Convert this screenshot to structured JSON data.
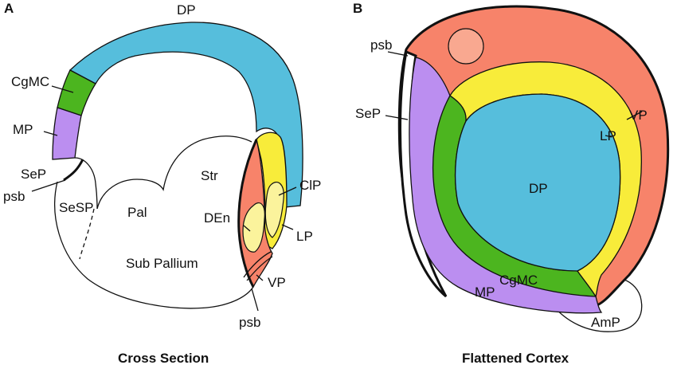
{
  "panel_a": {
    "letter": "A",
    "caption": "Cross Section",
    "labels": {
      "dp": "DP",
      "cgmc": "CgMC",
      "mp": "MP",
      "sep": "SeP",
      "psb_left": "psb",
      "sesp": "SeSP",
      "pal": "Pal",
      "str": "Str",
      "cip": "ClP",
      "den": "DEn",
      "lp": "LP",
      "sub_pallium": "Sub Pallium",
      "vp": "VP",
      "psb_bottom": "psb"
    }
  },
  "panel_b": {
    "letter": "B",
    "caption": "Flattened Cortex",
    "labels": {
      "psb": "psb",
      "sep": "SeP",
      "vp": "VP",
      "lp": "LP",
      "dp": "DP",
      "cgmc": "CgMC",
      "mp": "MP",
      "amp": "AmP"
    }
  },
  "colors": {
    "dp": "#56bedc",
    "cgmc": "#4cb51f",
    "mp": "#bb8ef0",
    "lp": "#f8ec3a",
    "vp": "#f7836a",
    "light_yellow": "#fbf39c",
    "light_salmon": "#f9a890"
  }
}
